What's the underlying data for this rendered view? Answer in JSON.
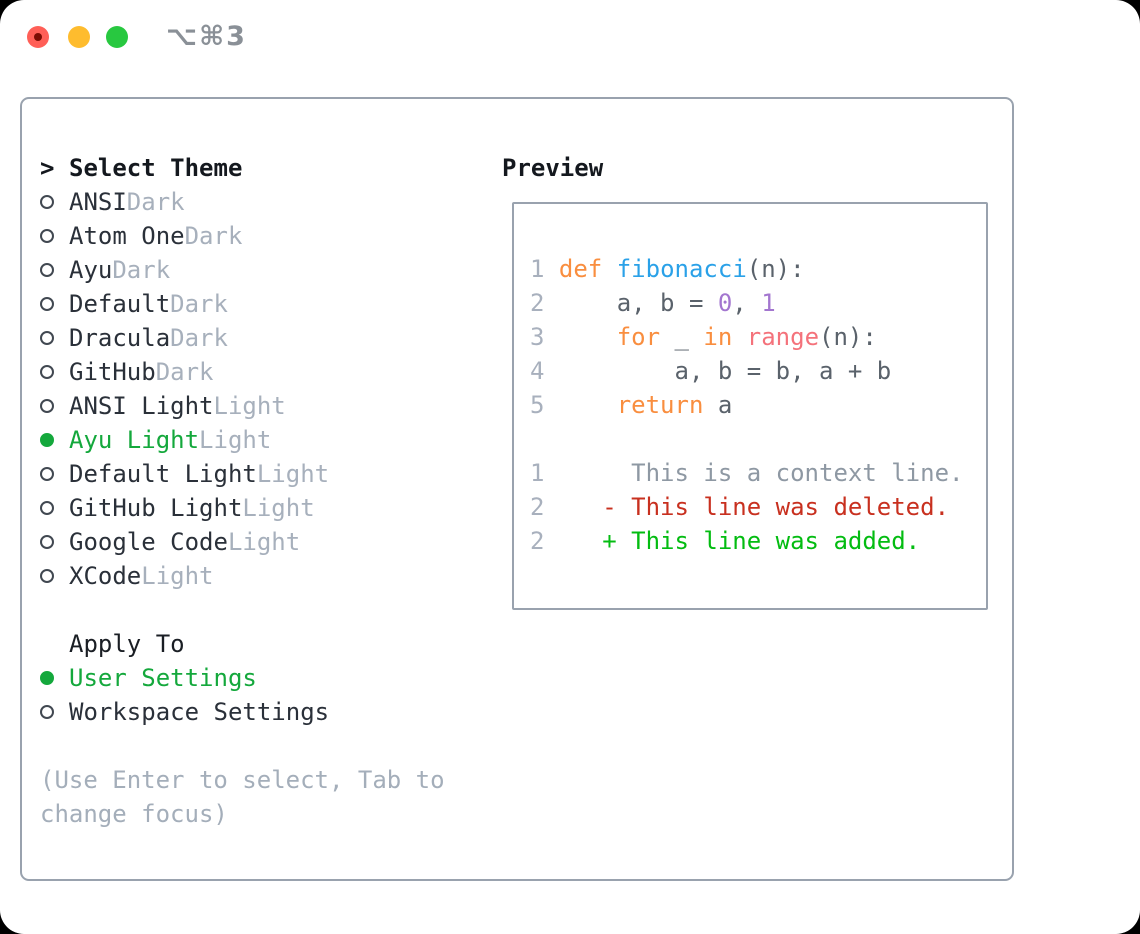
{
  "titlebar": {
    "shortcut": "⌥⌘3",
    "buttons": [
      "close",
      "minimize",
      "zoom"
    ]
  },
  "colors": {
    "accent_green": "#14a83c",
    "panel_border": "#99a2ae",
    "lnum": "#a8b0bd",
    "plain": "#5a626b",
    "kw": "#f98e3f",
    "fn": "#2aa1e8",
    "call": "#f4727b",
    "num": "#a376cf",
    "ctx": "#8e98a3",
    "del": "#c8301f",
    "add": "#03bc11",
    "traffic_red": "#ff5f57",
    "traffic_yellow": "#febc2e",
    "traffic_green": "#28c840"
  },
  "theme_picker": {
    "prompt": ">",
    "title": "Select Theme",
    "items": [
      {
        "name": "ANSI",
        "variant": "Dark",
        "selected": false
      },
      {
        "name": "Atom One",
        "variant": "Dark",
        "selected": false
      },
      {
        "name": "Ayu",
        "variant": "Dark",
        "selected": false
      },
      {
        "name": "Default",
        "variant": "Dark",
        "selected": false
      },
      {
        "name": "Dracula",
        "variant": "Dark",
        "selected": false
      },
      {
        "name": "GitHub",
        "variant": "Dark",
        "selected": false
      },
      {
        "name": "ANSI Light",
        "variant": "Light",
        "selected": false
      },
      {
        "name": "Ayu Light",
        "variant": "Light",
        "selected": true
      },
      {
        "name": "Default Light",
        "variant": "Light",
        "selected": false
      },
      {
        "name": "GitHub Light",
        "variant": "Light",
        "selected": false
      },
      {
        "name": "Google Code",
        "variant": "Light",
        "selected": false
      },
      {
        "name": "XCode",
        "variant": "Light",
        "selected": false
      }
    ]
  },
  "apply_to": {
    "title": "Apply To",
    "options": [
      {
        "label": "User Settings",
        "selected": true
      },
      {
        "label": "Workspace Settings",
        "selected": false
      }
    ]
  },
  "hint": "(Use Enter to select, Tab to change focus)",
  "preview": {
    "title": "Preview",
    "lines": [
      {
        "tokens": [
          {
            "t": "1",
            "c": "lnum"
          },
          {
            "t": " ",
            "c": "plain"
          },
          {
            "t": "def",
            "c": "kw"
          },
          {
            "t": " ",
            "c": "plain"
          },
          {
            "t": "fibonacci",
            "c": "fn"
          },
          {
            "t": "(n):",
            "c": "plain"
          }
        ]
      },
      {
        "tokens": [
          {
            "t": "2",
            "c": "lnum"
          },
          {
            "t": "     a, b = ",
            "c": "plain"
          },
          {
            "t": "0",
            "c": "num"
          },
          {
            "t": ", ",
            "c": "plain"
          },
          {
            "t": "1",
            "c": "num"
          }
        ]
      },
      {
        "tokens": [
          {
            "t": "3",
            "c": "lnum"
          },
          {
            "t": "     ",
            "c": "plain"
          },
          {
            "t": "for",
            "c": "kw"
          },
          {
            "t": " _ ",
            "c": "plain"
          },
          {
            "t": "in",
            "c": "kw"
          },
          {
            "t": " ",
            "c": "plain"
          },
          {
            "t": "range",
            "c": "call"
          },
          {
            "t": "(n):",
            "c": "plain"
          }
        ]
      },
      {
        "tokens": [
          {
            "t": "4",
            "c": "lnum"
          },
          {
            "t": "         a, b = b, a + b",
            "c": "plain"
          }
        ]
      },
      {
        "tokens": [
          {
            "t": "5",
            "c": "lnum"
          },
          {
            "t": "     ",
            "c": "plain"
          },
          {
            "t": "return",
            "c": "kw"
          },
          {
            "t": " a",
            "c": "plain"
          }
        ]
      },
      {
        "tokens": []
      },
      {
        "tokens": [
          {
            "t": "1",
            "c": "lnum"
          },
          {
            "t": "      This is a context line.",
            "c": "ctx"
          }
        ]
      },
      {
        "tokens": [
          {
            "t": "2",
            "c": "lnum"
          },
          {
            "t": "    ",
            "c": "plain"
          },
          {
            "t": "- This line was deleted.",
            "c": "del"
          }
        ]
      },
      {
        "tokens": [
          {
            "t": "2",
            "c": "lnum"
          },
          {
            "t": "    ",
            "c": "plain"
          },
          {
            "t": "+ This line was added.",
            "c": "add"
          }
        ]
      }
    ]
  }
}
